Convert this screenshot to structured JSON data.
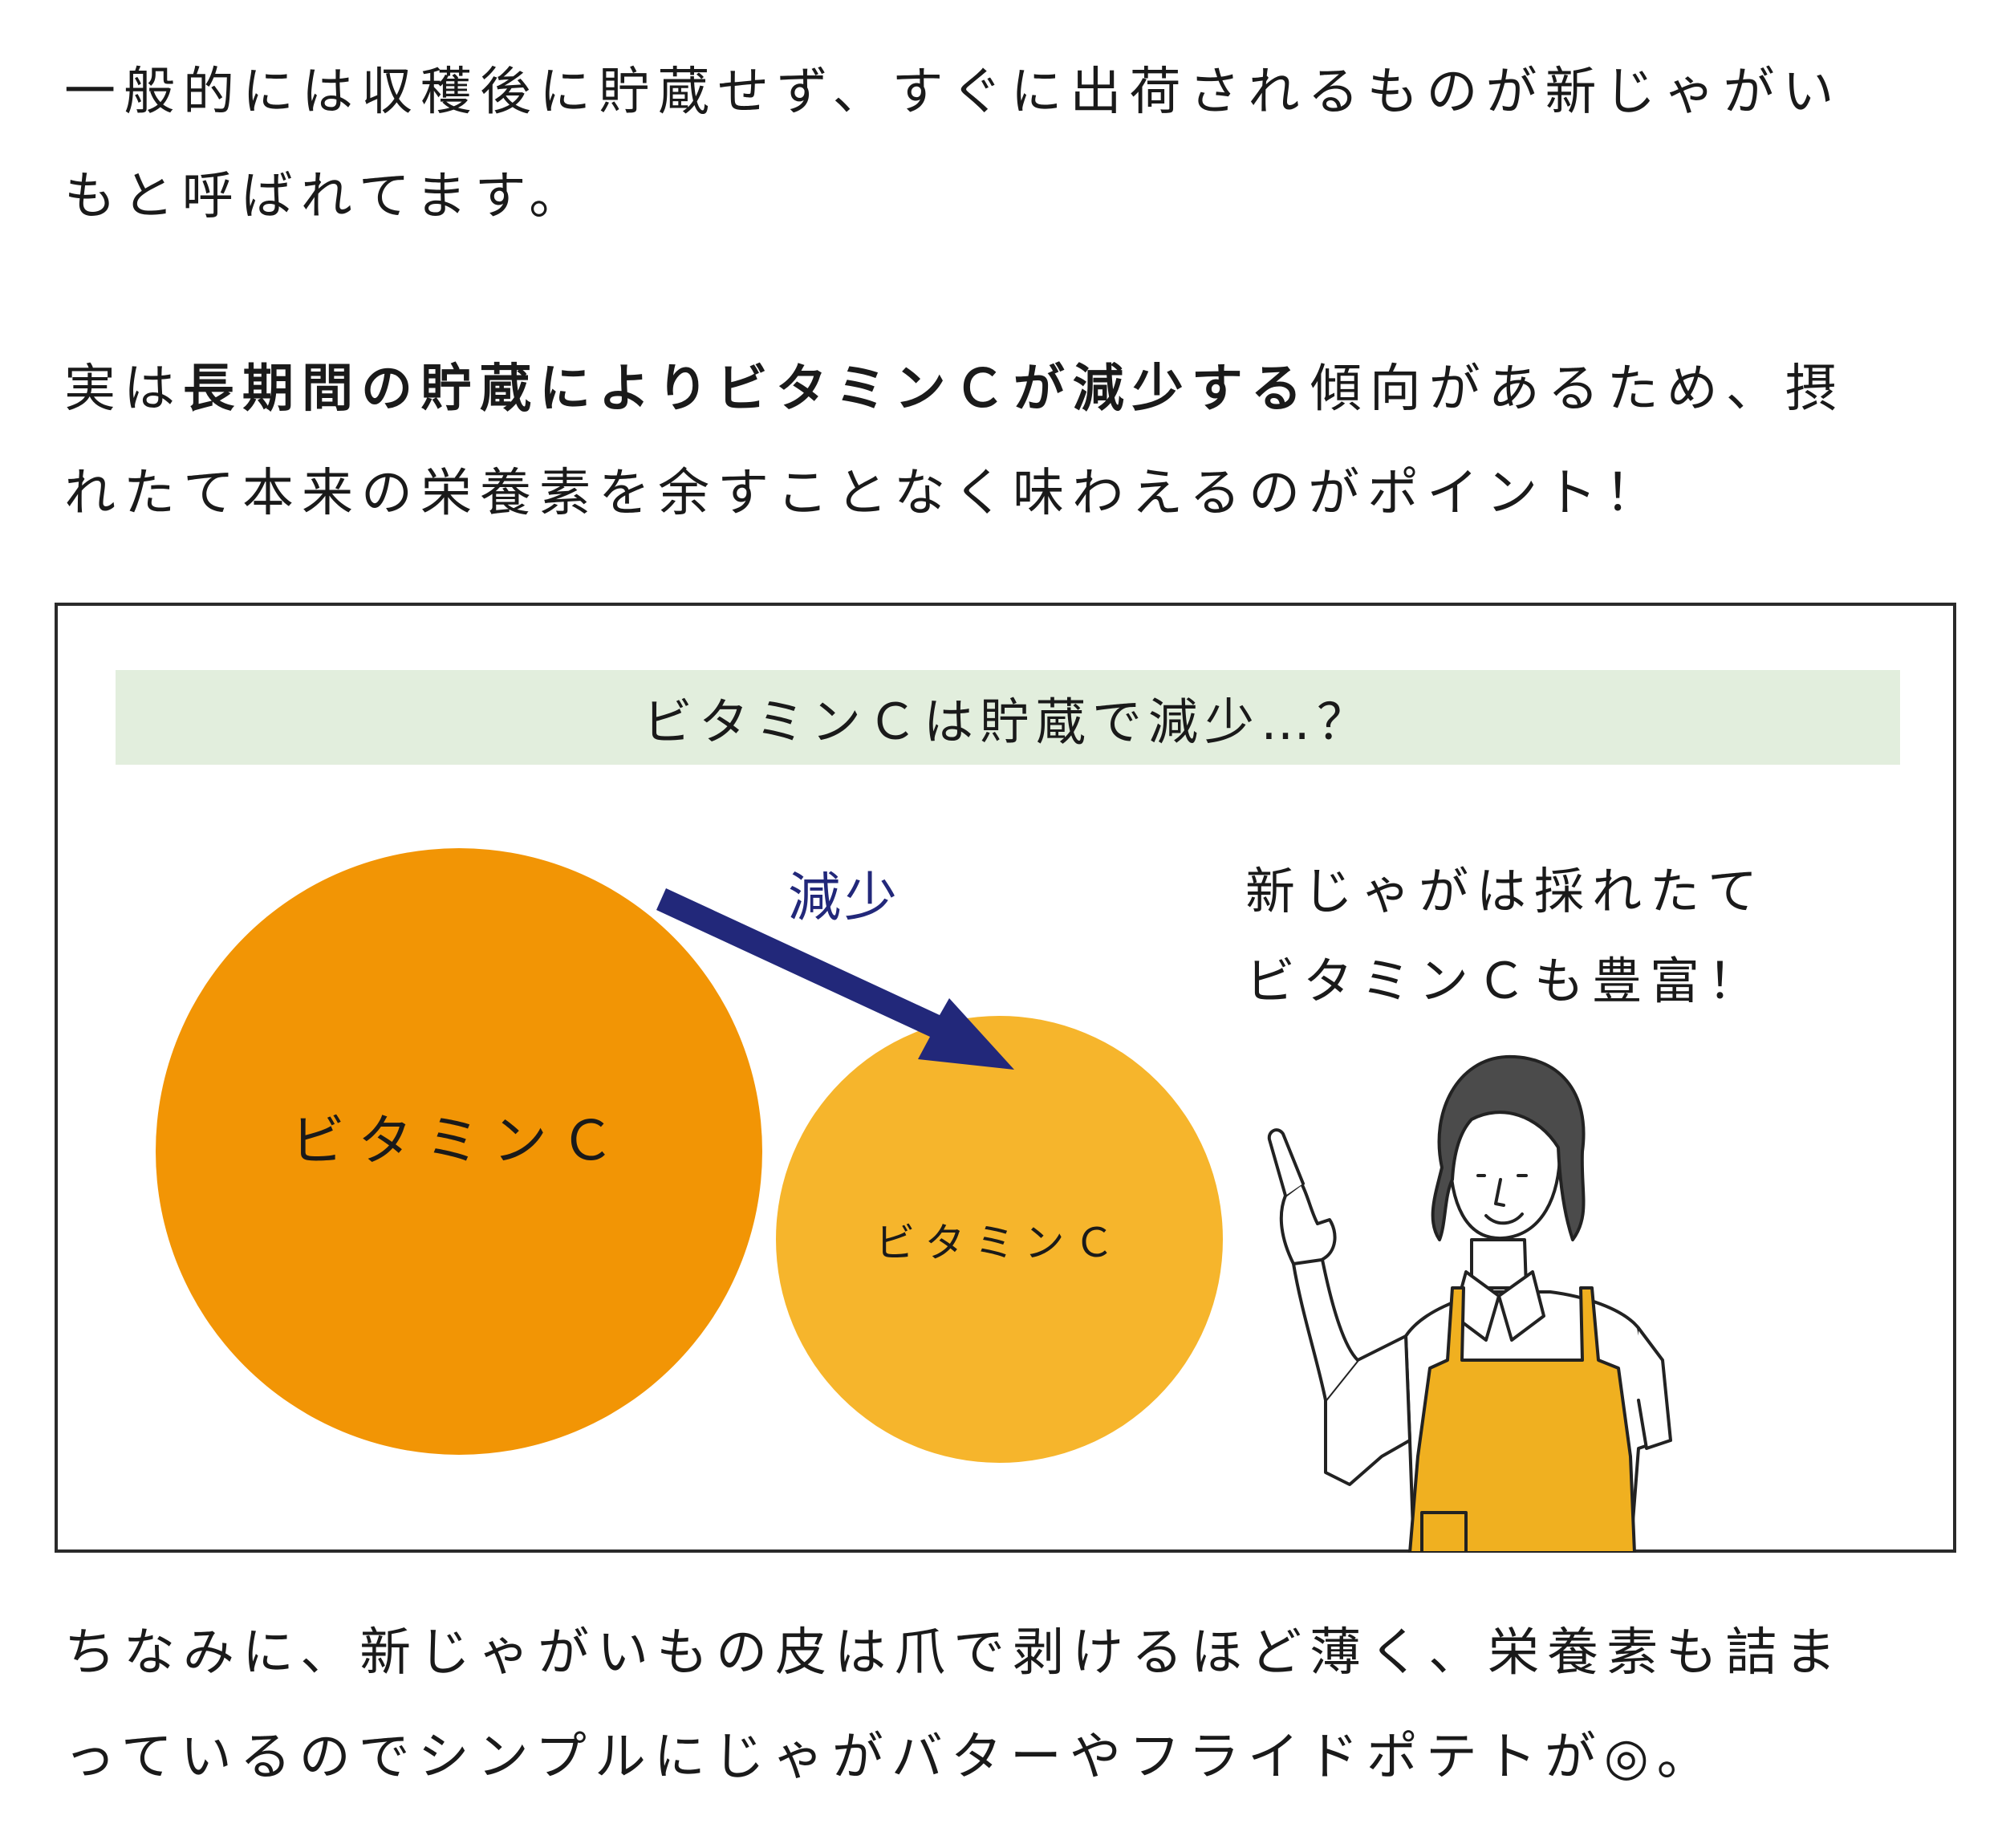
{
  "intro": {
    "line1": "一般的には収穫後に貯蔵せず、すぐに出荷されるものが新じゃがい",
    "line2": "もと呼ばれてます。"
  },
  "point": {
    "line1_prefix": "実は",
    "line1_bold": "長期間の貯蔵によりビタミンＣが減少する",
    "line1_suffix": "傾向があるため、摂",
    "line2": "れたて本来の栄養素を余すことなく味わえるのがポイント！"
  },
  "figure": {
    "banner": "ビタミンＣは貯蔵で減少…？",
    "circle_before_label": "ビタミンＣ",
    "circle_after_label": "ビタミンＣ",
    "arrow_label": "減少",
    "speech_line1": "新じゃがは採れたて",
    "speech_line2": "ビタミンＣも豊富！",
    "colors": {
      "circle_before": "#f29505",
      "circle_after": "#f6b52c",
      "arrow": "#22287a",
      "banner_bg": "#e2eedd",
      "apron": "#f0b020"
    }
  },
  "closing": {
    "line1": "ちなみに、新じゃがいもの皮は爪で剥けるほど薄く、栄養素も詰ま",
    "line2": "っているのでシンプルにじゃがバターやフライドポテトが◎。"
  }
}
